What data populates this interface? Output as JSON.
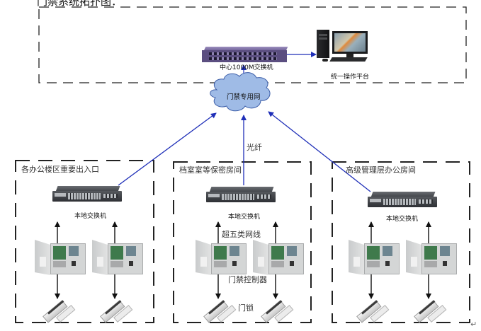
{
  "diagram": {
    "title_partial": "门禁系统拓扑图：",
    "center": {
      "core_switch_label": "中心1000M交换机",
      "platform_label": "统一操作平台",
      "network_label": "门禁专用网"
    },
    "connection_labels": {
      "fiber": "光纤",
      "cat5e": "超五类网线",
      "controller": "门禁控制器",
      "lock": "门锁"
    },
    "zones": [
      {
        "title": "各办公楼区重要出入口",
        "switch_label": "本地交换机",
        "controllers": 2,
        "locks": 2
      },
      {
        "title": "档室室等保密房间",
        "switch_label": "本地交换机",
        "controllers": 2,
        "locks": 2
      },
      {
        "title": "高级管理层办公房间",
        "switch_label": "本地交换机",
        "controllers": 2,
        "locks": 2
      }
    ],
    "colors": {
      "uplink": "#1f2fb8",
      "cloud_fill": "#9fbbe6",
      "cloud_stroke": "#3b5da8",
      "dash": "#222222"
    },
    "return_mark": "↵"
  }
}
